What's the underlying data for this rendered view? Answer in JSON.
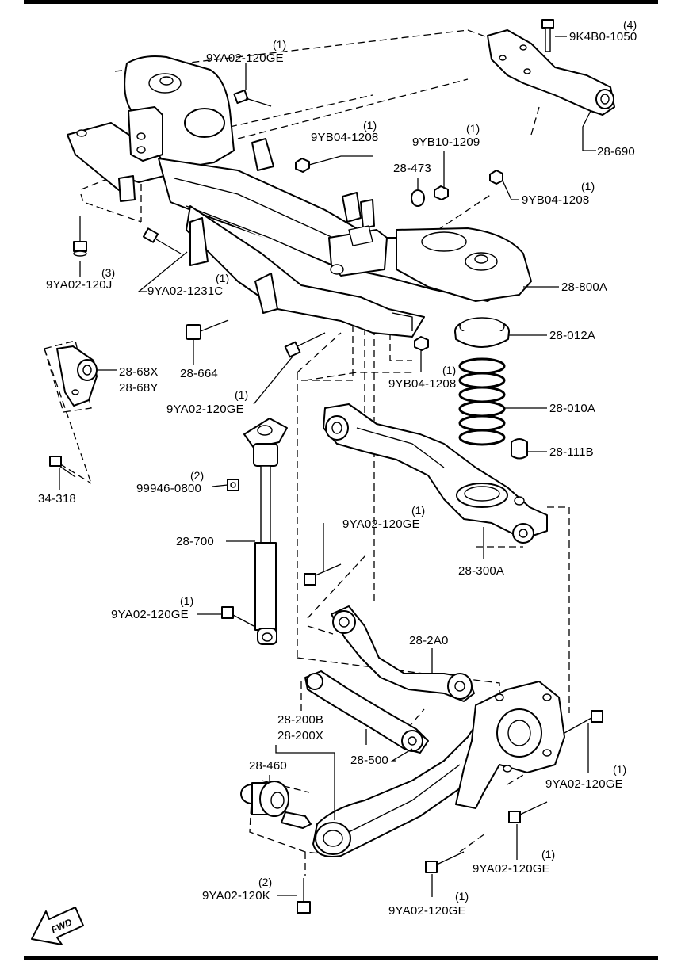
{
  "parts": {
    "9k4b0_1050": {
      "num": "9K4B0-1050",
      "qty": "(4)"
    },
    "28_690": {
      "num": "28-690"
    },
    "9ya02_120ge_top": {
      "num": "9YA02-120GE",
      "qty": "(1)"
    },
    "9yb04_1208_a": {
      "num": "9YB04-1208",
      "qty": "(1)"
    },
    "9yb10_1209": {
      "num": "9YB10-1209",
      "qty": "(1)"
    },
    "28_473": {
      "num": "28-473"
    },
    "9yb04_1208_b": {
      "num": "9YB04-1208",
      "qty": "(1)"
    },
    "9ya02_120j": {
      "num": "9YA02-120J",
      "qty": "(3)"
    },
    "9ya02_1231c": {
      "num": "9YA02-1231C",
      "qty": "(1)"
    },
    "28_800a": {
      "num": "28-800A"
    },
    "28_664": {
      "num": "28-664"
    },
    "28_012a": {
      "num": "28-012A"
    },
    "28_68x": {
      "num": "28-68X"
    },
    "28_68y": {
      "num": "28-68Y"
    },
    "9yb04_1208_c": {
      "num": "9YB04-1208",
      "qty": "(1)"
    },
    "9ya02_120ge_mid": {
      "num": "9YA02-120GE",
      "qty": "(1)"
    },
    "28_010a": {
      "num": "28-010A"
    },
    "34_318": {
      "num": "34-318"
    },
    "99946_0800": {
      "num": "99946-0800",
      "qty": "(2)"
    },
    "28_111b": {
      "num": "28-111B"
    },
    "28_700": {
      "num": "28-700"
    },
    "9ya02_120ge_arm": {
      "num": "9YA02-120GE",
      "qty": "(1)"
    },
    "28_300a": {
      "num": "28-300A"
    },
    "9ya02_120ge_shock": {
      "num": "9YA02-120GE",
      "qty": "(1)"
    },
    "28_2a0": {
      "num": "28-2A0"
    },
    "28_200b": {
      "num": "28-200B"
    },
    "28_200x": {
      "num": "28-200X"
    },
    "28_460": {
      "num": "28-460"
    },
    "28_500": {
      "num": "28-500"
    },
    "9ya02_120ge_knuckle": {
      "num": "9YA02-120GE",
      "qty": "(1)"
    },
    "9ya02_120ge_low1": {
      "num": "9YA02-120GE",
      "qty": "(1)"
    },
    "9ya02_120ge_low2": {
      "num": "9YA02-120GE",
      "qty": "(1)"
    },
    "9ya02_120k": {
      "num": "9YA02-120K",
      "qty": "(2)"
    }
  },
  "fwd_label": "FWD"
}
